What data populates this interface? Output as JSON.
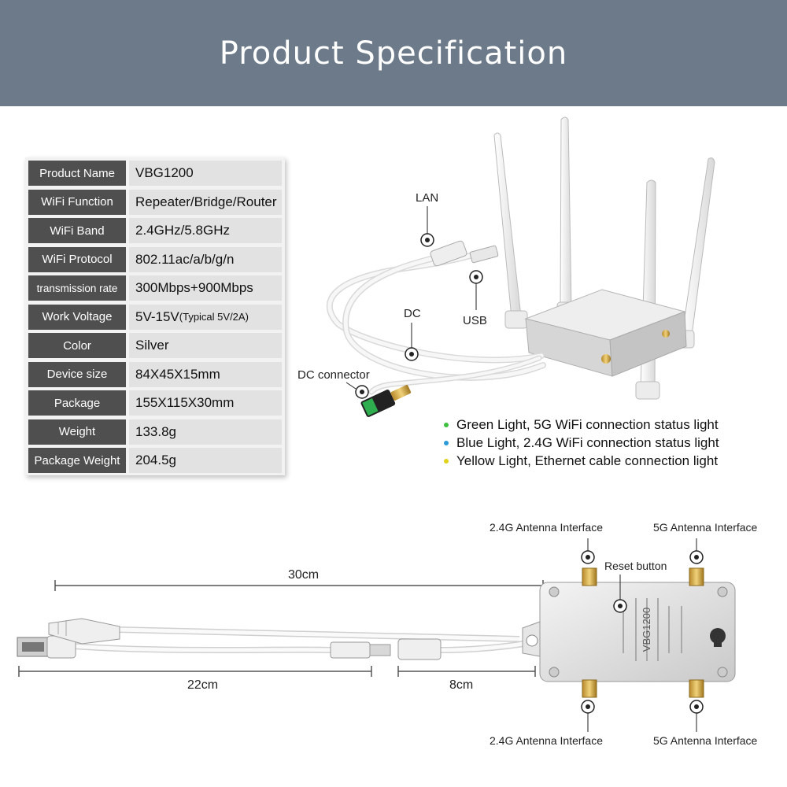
{
  "title": "Product Specification",
  "spec_table": [
    {
      "label": "Product Name",
      "value": "VBG1200",
      "value_note": ""
    },
    {
      "label": "WiFi Function",
      "value": "Repeater/Bridge/Router",
      "value_note": ""
    },
    {
      "label": "WiFi Band",
      "value": "2.4GHz/5.8GHz",
      "value_note": ""
    },
    {
      "label": "WiFi Protocol",
      "value": "802.11ac/a/b/g/n",
      "value_note": ""
    },
    {
      "label": "transmission rate",
      "value": "300Mbps+900Mbps",
      "value_note": ""
    },
    {
      "label": "Work Voltage",
      "value": "5V-15V",
      "value_note": "(Typical 5V/2A)"
    },
    {
      "label": "Color",
      "value": "Silver",
      "value_note": ""
    },
    {
      "label": "Device size",
      "value": "84X45X15mm",
      "value_note": ""
    },
    {
      "label": "Package",
      "value": "155X115X30mm",
      "value_note": ""
    },
    {
      "label": "Weight",
      "value": "133.8g",
      "value_note": ""
    },
    {
      "label": "Package Weight",
      "value": "204.5g",
      "value_note": ""
    }
  ],
  "callouts": {
    "lan": "LAN",
    "usb": "USB",
    "dc": "DC",
    "dc_connector": "DC connector"
  },
  "lights": [
    {
      "text": "Green Light, 5G WiFi connection status light",
      "color": "#3fbf3f"
    },
    {
      "text": "Blue Light, 2.4G WiFi connection status light",
      "color": "#2a9bd6"
    },
    {
      "text": "Yellow Light, Ethernet cable connection light",
      "color": "#e2d21a"
    }
  ],
  "dimensions": {
    "total": "30cm",
    "cable_main": "22cm",
    "cable_dc": "8cm"
  },
  "board": {
    "model": "VBG1200",
    "reset_label": "Reset button",
    "antenna_24_top": "2.4G Antenna Interface",
    "antenna_5_top": "5G Antenna Interface",
    "antenna_24_bottom": "2.4G Antenna Interface",
    "antenna_5_bottom": "5G Antenna Interface"
  }
}
